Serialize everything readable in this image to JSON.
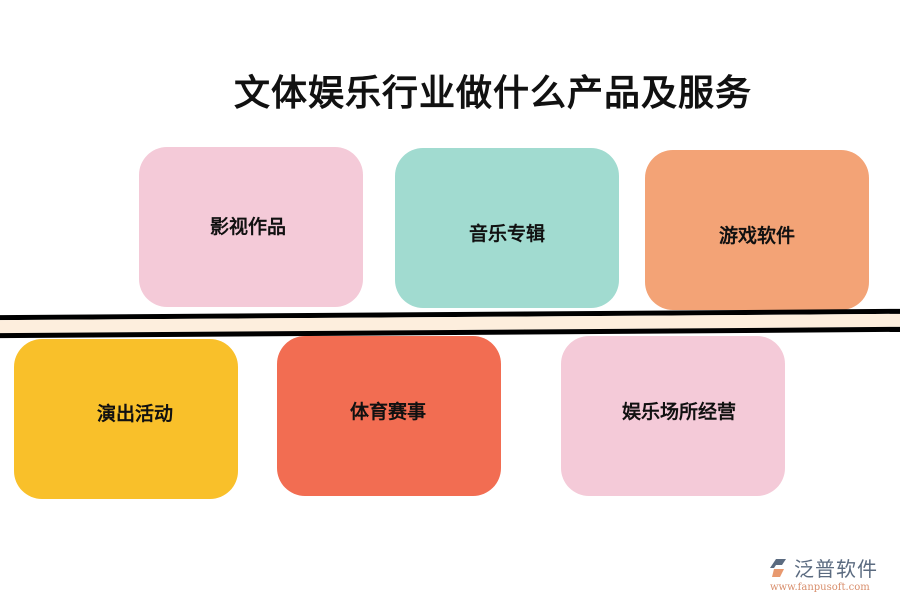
{
  "title": "文体娱乐行业做什么产品及服务",
  "top_row": [
    {
      "label": "影视作品",
      "color": "#f4cad8"
    },
    {
      "label": "音乐专辑",
      "color": "#a1dbd0"
    },
    {
      "label": "游戏软件",
      "color": "#f3a376"
    }
  ],
  "bottom_row": [
    {
      "label": "演出活动",
      "color": "#f9c02a"
    },
    {
      "label": "体育赛事",
      "color": "#f26d52"
    },
    {
      "label": "娱乐场所经营",
      "color": "#f4cad8"
    }
  ],
  "divider": {
    "line_color": "#000000",
    "fill_color": "#fdeedd"
  },
  "watermark": {
    "brand": "泛普软件",
    "url": "www.fanpusoft.com"
  }
}
